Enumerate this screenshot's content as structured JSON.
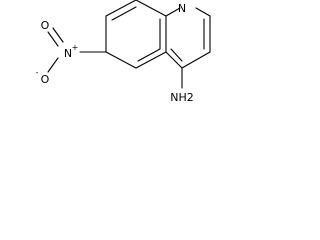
{
  "structure": {
    "atoms": {
      "ring_nitrogen": "N",
      "nitro_nitrogen": "N",
      "nitro_n_charge": "+",
      "nitro_oxygen_top": "O",
      "nitro_oxygen_bottom": "O",
      "nitro_oxygen_charge": "-",
      "amino_group": "NH2"
    }
  }
}
